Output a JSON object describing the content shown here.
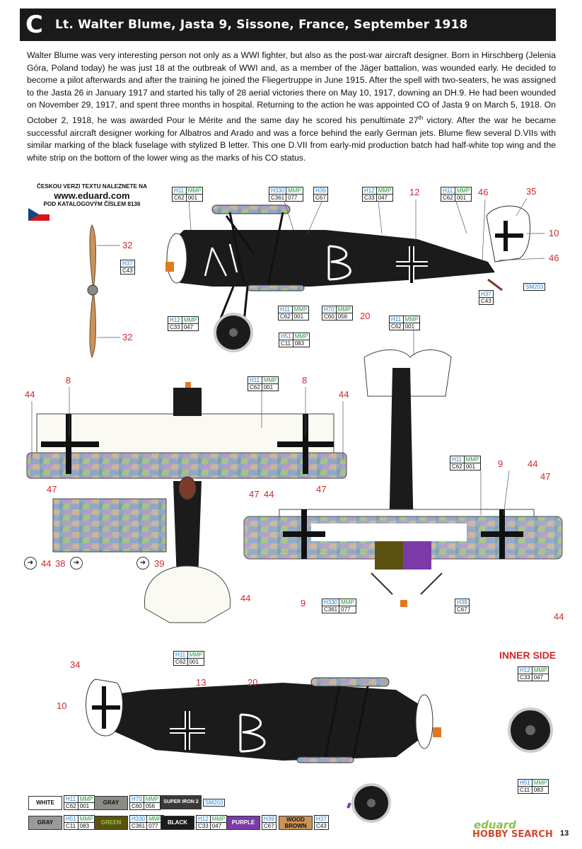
{
  "header": {
    "letter": "C",
    "title": "Lt. Walter Blume, Jasta 9, Sissone, France, September 1918"
  },
  "bio": {
    "text": "Walter Blume was very interesting person not only as a WWI fighter, but also as the post-war aircraft designer. Born in Hirschberg (Jelenia Góra, Poland today) he was just 18 at the outbreak of WWI and, as a member of the Jäger battalion, was wounded early. He decided to become a pilot afterwards and after the training he joined the Fliegertruppe in June 1915. After the spell with two-seaters, he was assigned to the Jasta 26 in January 1917 and started his tally of 28 aerial victories there on May 10, 1917, downing an DH.9. He had been wounded on November 29, 1917, and spent three months in hospital. Returning to the action he was appointed CO of Jasta 9 on March 5, 1918. On October 2, 1918, he was awarded Pour le Mérite and the same day he scored his penultimate 27",
    "sup": "th",
    "text2": " victory. After the war he became successful aircraft designer working for Albatros and Arado and was a force behind the early German jets. Blume flew several D.VIIs with similar marking of the black fuselage with stylized B letter. This one D.VII from early-mid production batch had half-white top wing and the white strip on the bottom of the lower wing as the marks of his CO status."
  },
  "czech_note": {
    "line1": "ČESKOU VERZI TEXTU NALEZNETE NA",
    "url": "www.eduard.com",
    "line2": "POD KATALOGOVÝM ČÍSLEM 8136"
  },
  "codes": [
    {
      "id": "c1",
      "h": "H11",
      "m": "MMP",
      "c": "C62",
      "n": "001"
    },
    {
      "id": "c2",
      "h": "H330",
      "m": "MMP",
      "c": "C361",
      "n": "077"
    },
    {
      "id": "c3",
      "h": "H39",
      "c": "C67"
    },
    {
      "id": "c4",
      "h": "H12",
      "m": "MMP",
      "c": "C33",
      "n": "047"
    },
    {
      "id": "c5",
      "h": "H11",
      "m": "MMP",
      "c": "C62",
      "n": "001"
    },
    {
      "id": "c6",
      "h": "H37",
      "c": "C43"
    },
    {
      "id": "c7",
      "h": "H11",
      "m": "MMP",
      "c": "C62",
      "n": "001"
    },
    {
      "id": "c8",
      "h": "H70",
      "m": "MMP",
      "c": "C60",
      "n": "056"
    },
    {
      "id": "c9",
      "h": "H12",
      "m": "MMP",
      "c": "C33",
      "n": "047"
    },
    {
      "id": "c10",
      "h": "H51",
      "m": "MMP",
      "c": "C11",
      "n": "083"
    },
    {
      "id": "c11",
      "h": "H37",
      "c": "C43"
    },
    {
      "id": "c12",
      "h": "SM203"
    },
    {
      "id": "c13",
      "h": "H11",
      "m": "MMP",
      "c": "C62",
      "n": "001"
    },
    {
      "id": "c14",
      "h": "H11",
      "m": "MMP",
      "c": "C62",
      "n": "001"
    },
    {
      "id": "c15",
      "h": "H11",
      "m": "MMP",
      "c": "C62",
      "n": "001"
    },
    {
      "id": "c16",
      "h": "H330",
      "m": "MMP",
      "c": "C361",
      "n": "077"
    },
    {
      "id": "c17",
      "h": "H39",
      "c": "C67"
    },
    {
      "id": "c18",
      "h": "H11",
      "m": "MMP",
      "c": "C62",
      "n": "001"
    },
    {
      "id": "c19",
      "h": "H12",
      "m": "MMP",
      "c": "C33",
      "n": "047"
    },
    {
      "id": "c20",
      "h": "H51",
      "m": "MMP",
      "c": "C11",
      "n": "083"
    }
  ],
  "callouts": [
    "32",
    "32",
    "12",
    "46",
    "35",
    "10",
    "46",
    "20",
    "8",
    "8",
    "44",
    "44",
    "47",
    "47",
    "44",
    "38",
    "39",
    "47",
    "44",
    "9",
    "44",
    "47",
    "9",
    "44",
    "44",
    "34",
    "13",
    "20",
    "10"
  ],
  "inner_side": "INNER SIDE",
  "legend": [
    {
      "name": "WHITE",
      "h": "H11",
      "m": "MMP",
      "c": "C62",
      "n": "001",
      "bg": "#ffffff",
      "fg": "#111111"
    },
    {
      "name": "GRAY",
      "h": "H70",
      "m": "MMP",
      "c": "C60",
      "n": "056",
      "bg": "#8c8c86",
      "fg": "#111111"
    },
    {
      "name": "SUPER IRON 2",
      "h": "SM203",
      "bg": "#3a3a3a",
      "fg": "#ffffff"
    },
    {
      "name": "GRAY",
      "h": "H51",
      "m": "MMP",
      "c": "C11",
      "n": "083",
      "bg": "#9a9a9a",
      "fg": "#111111"
    },
    {
      "name": "GREEN",
      "h": "H330",
      "m": "MMP",
      "c": "C361",
      "n": "077",
      "bg": "#5b5212",
      "fg": "#9ac24a"
    },
    {
      "name": "BLACK",
      "h": "H12",
      "m": "MMP",
      "c": "C33",
      "n": "047",
      "bg": "#1b1b1b",
      "fg": "#ffffff"
    },
    {
      "name": "PURPLE",
      "h": "H39",
      "c": "C67",
      "bg": "#7b3aa8",
      "fg": "#ffffff"
    },
    {
      "name": "WOOD BROWN",
      "h": "H37",
      "c": "C43",
      "bg": "#c9935a",
      "fg": "#111111"
    }
  ],
  "brand": {
    "name": "eduard",
    "watermark": "HOBBY SEARCH",
    "page": "13"
  },
  "colors": {
    "black": "#1b1b1b",
    "lozenge": [
      "#8fa7c9",
      "#b69bc8",
      "#a8c08a",
      "#c9b59a",
      "#7f9fb0"
    ],
    "red": "#d2272a",
    "wood": "#c9935a"
  }
}
